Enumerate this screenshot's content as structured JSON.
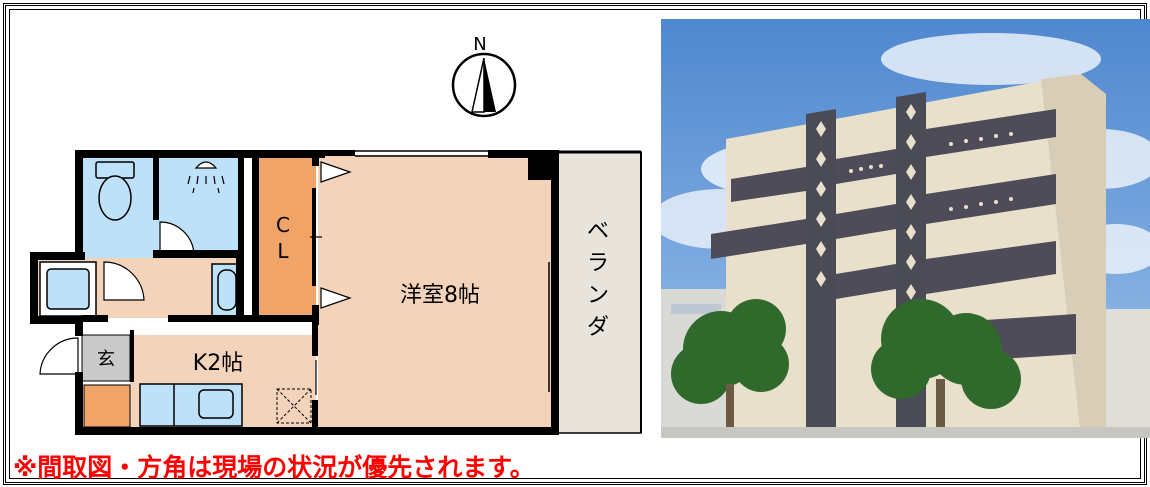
{
  "compass": {
    "label": "N"
  },
  "rooms": {
    "western_room": "洋室8帖",
    "kitchen": "K2帖",
    "entrance": "玄",
    "closet_top": "C",
    "closet_bottom": "L",
    "veranda_chars": [
      "ベ",
      "ラ",
      "ン",
      "ダ"
    ]
  },
  "caption": "※間取図・方角は現場の状況が優先されます。",
  "colors": {
    "caption": "#ff0000",
    "room_floor": "#f4d3bb",
    "wet_area": "#bde1f9",
    "closet": "#f0a468",
    "veranda": "#e8e3db",
    "entrance": "#c9c9c9"
  },
  "icons": [
    "compass-icon",
    "toilet-icon",
    "shower-icon",
    "bathtub-icon",
    "washbasin-icon",
    "sink-icon",
    "door-arc-icon"
  ]
}
